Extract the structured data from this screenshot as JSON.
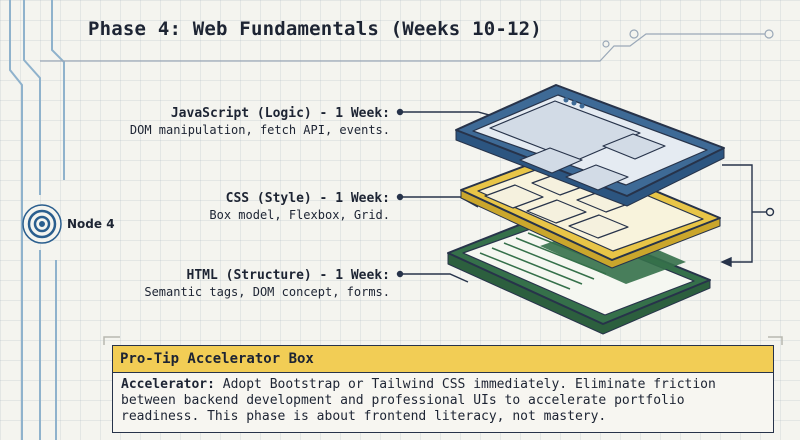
{
  "title": "Phase 4: Web Fundamentals (Weeks 10-12)",
  "node_label": "Node 4",
  "layers": [
    {
      "heading": "JavaScript (Logic) - 1 Week:",
      "description": "DOM manipulation, fetch API, events.",
      "color": "#3e6a96"
    },
    {
      "heading": "CSS (Style) - 1 Week:",
      "description": "Box model, Flexbox, Grid.",
      "color": "#e8c547"
    },
    {
      "heading": "HTML (Structure) - 1 Week:",
      "description": "Semantic tags, DOM concept, forms.",
      "color": "#35704a"
    }
  ],
  "tip": {
    "header": "Pro-Tip Accelerator Box",
    "lead": "Accelerator:",
    "body": "Adopt Bootstrap or Tailwind CSS immediately. Eliminate friction between backend development and professional UIs to accelerate portfolio readiness. This phase is about frontend literacy, not mastery."
  },
  "colors": {
    "accent_blue": "#3e6a96",
    "accent_yellow": "#e8c547",
    "accent_green": "#35704a",
    "line": "#27334a",
    "circuit": "#8fb2cc"
  }
}
